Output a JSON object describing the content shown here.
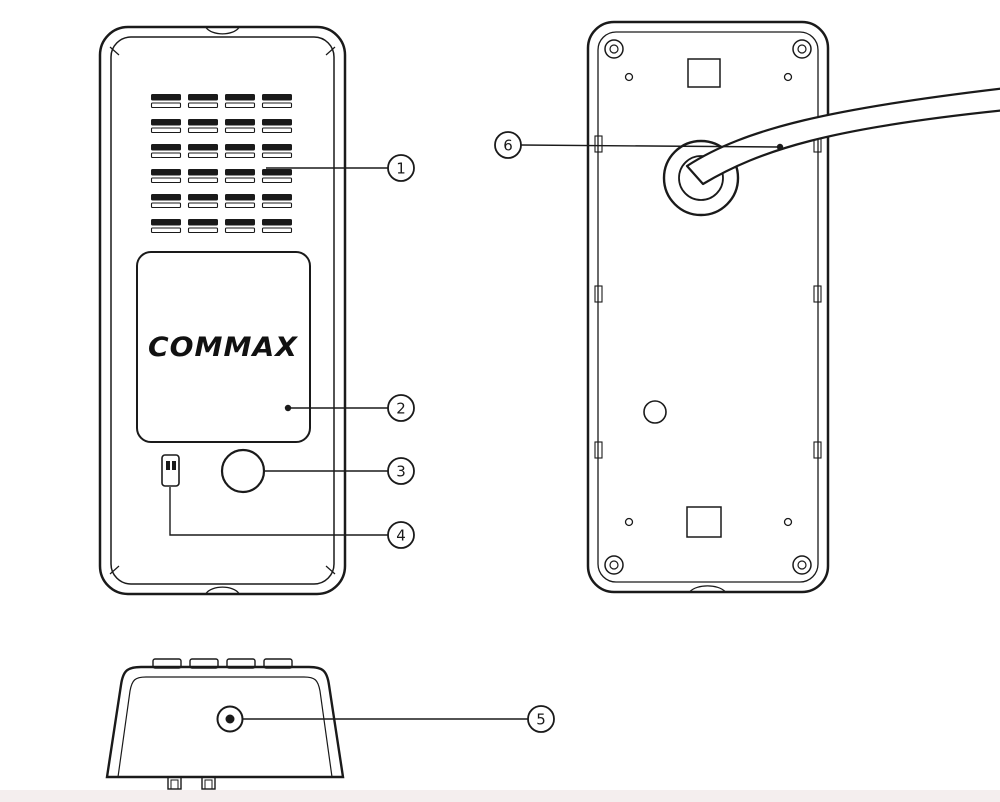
{
  "brand": {
    "label": "COMMAX"
  },
  "callouts": [
    "1",
    "2",
    "3",
    "4",
    "5",
    "6"
  ],
  "colors": {
    "line": "#1a1a1a",
    "background": "#ffffff",
    "footer_strip": "#f4eeee"
  }
}
